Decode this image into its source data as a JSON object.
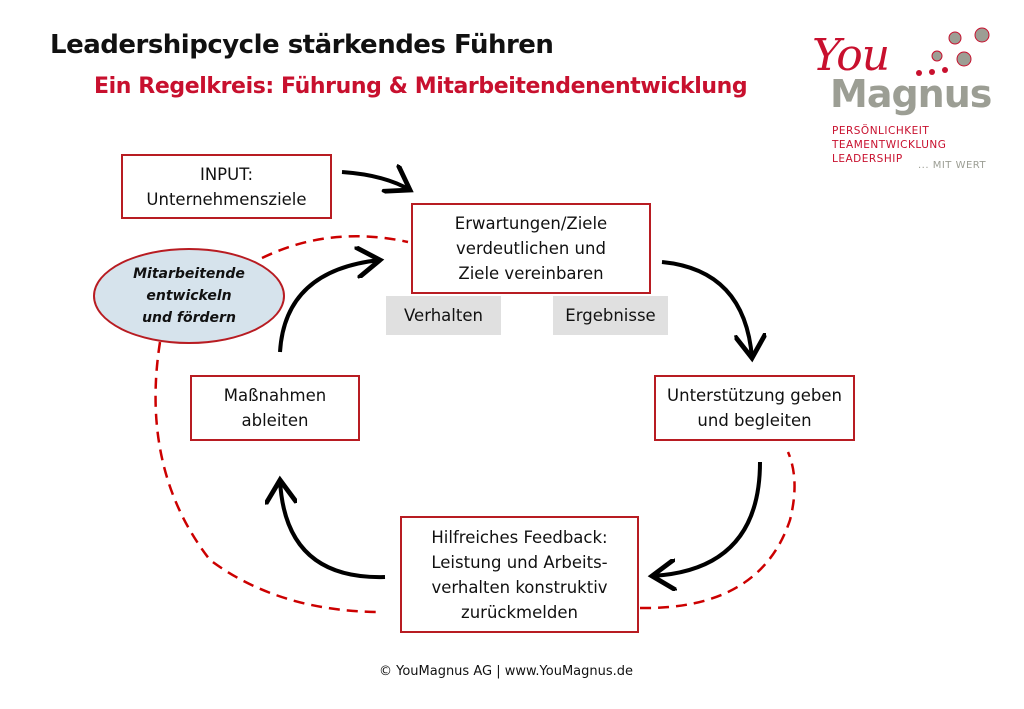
{
  "header": {
    "title": "Leadershipcycle stärkendes Führen",
    "subtitle": "Ein Regelkreis: Führung & Mitarbeitendenentwicklung"
  },
  "logo": {
    "you": "You",
    "magnus": "Magnus",
    "tagline": [
      "PERSÖNLICHKEIT",
      "TEAMENTWICKLUNG",
      "LEADERSHIP"
    ],
    "slogan": "... MIT WERT"
  },
  "diagram": {
    "input": [
      "INPUT:",
      "Unternehmensziele"
    ],
    "goals": [
      "Erwartungen/Ziele",
      "verdeutlichen und",
      "Ziele vereinbaren"
    ],
    "tag_behavior": "Verhalten",
    "tag_results": "Ergebnisse",
    "support": [
      "Unterstützung geben",
      "und begleiten"
    ],
    "feedback": [
      "Hilfreiches Feedback:",
      "Leistung und Arbeits-",
      "verhalten konstruktiv",
      "zurückmelden"
    ],
    "measures": [
      "Maßnahmen",
      "ableiten"
    ],
    "develop": [
      "Mitarbeitende",
      "entwickeln",
      "und fördern"
    ]
  },
  "colors": {
    "accent": "#c8102e",
    "box_border": "#b81c22",
    "ellipse_fill": "#d6e3ec",
    "tag_fill": "#e0e0e0",
    "logo_gray": "#9c9e94"
  },
  "footer": "© YouMagnus AG | www.YouMagnus.de"
}
